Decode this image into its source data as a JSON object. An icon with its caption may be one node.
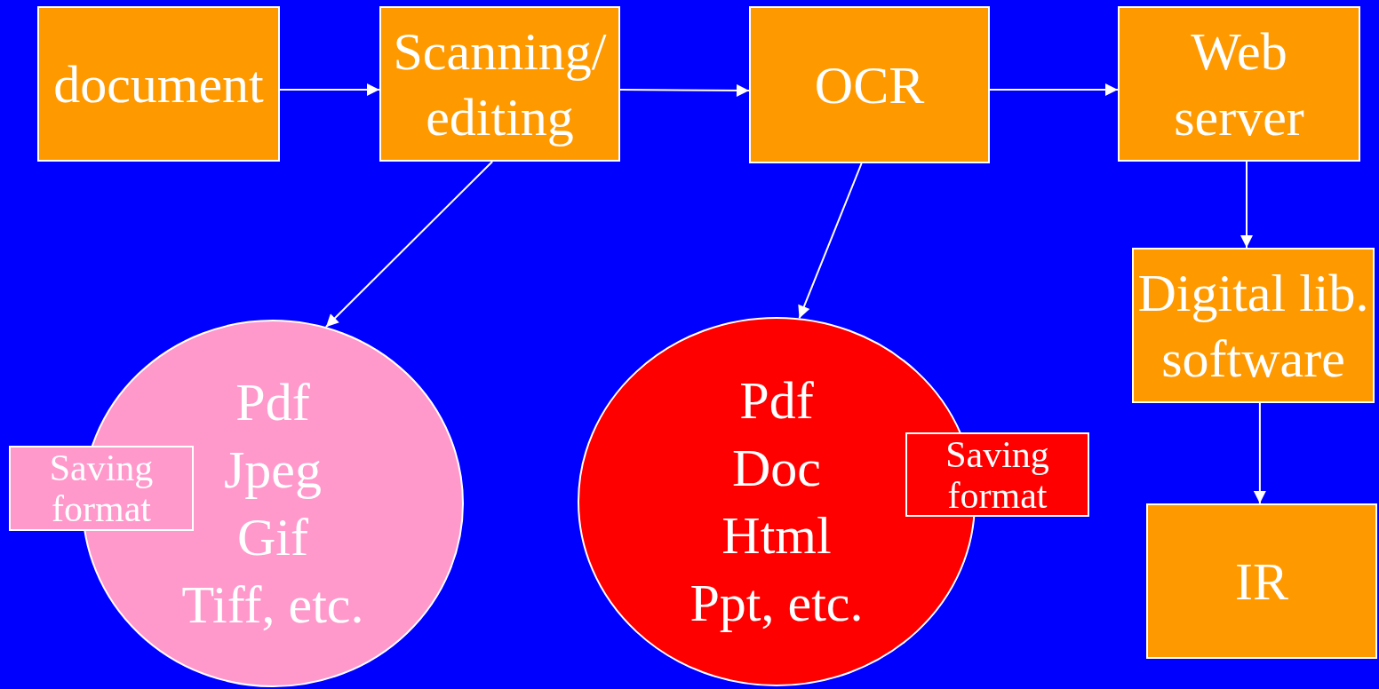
{
  "diagram": {
    "nodes": [
      {
        "text": [
          "document"
        ]
      },
      {
        "text": [
          "Scanning/ editing"
        ]
      },
      {
        "text": [
          "OCR"
        ]
      },
      {
        "text": [
          "Web server"
        ]
      },
      {
        "text": [
          "Digital lib. software"
        ]
      },
      {
        "text": [
          "IR"
        ]
      },
      {
        "text": [
          "Pdf",
          "Jpeg",
          "Gif",
          "Tiff, etc."
        ]
      },
      {
        "text": [
          "Saving format"
        ]
      },
      {
        "text": [
          "Pdf",
          "Doc",
          "Html",
          "Ppt, etc."
        ]
      },
      {
        "text": [
          "Saving format"
        ]
      }
    ],
    "edges": [
      {
        "from": 0,
        "to": 1,
        "arrow": "to"
      },
      {
        "from": 1,
        "to": 2,
        "arrow": "to"
      },
      {
        "from": 2,
        "to": 3,
        "arrow": "to"
      },
      {
        "from": 3,
        "to": 4,
        "arrow": "to"
      },
      {
        "from": 4,
        "to": 5,
        "arrow": "to"
      },
      {
        "from": 1,
        "to": 6,
        "arrow": "to"
      },
      {
        "from": 2,
        "to": 8,
        "arrow": "to"
      }
    ]
  }
}
